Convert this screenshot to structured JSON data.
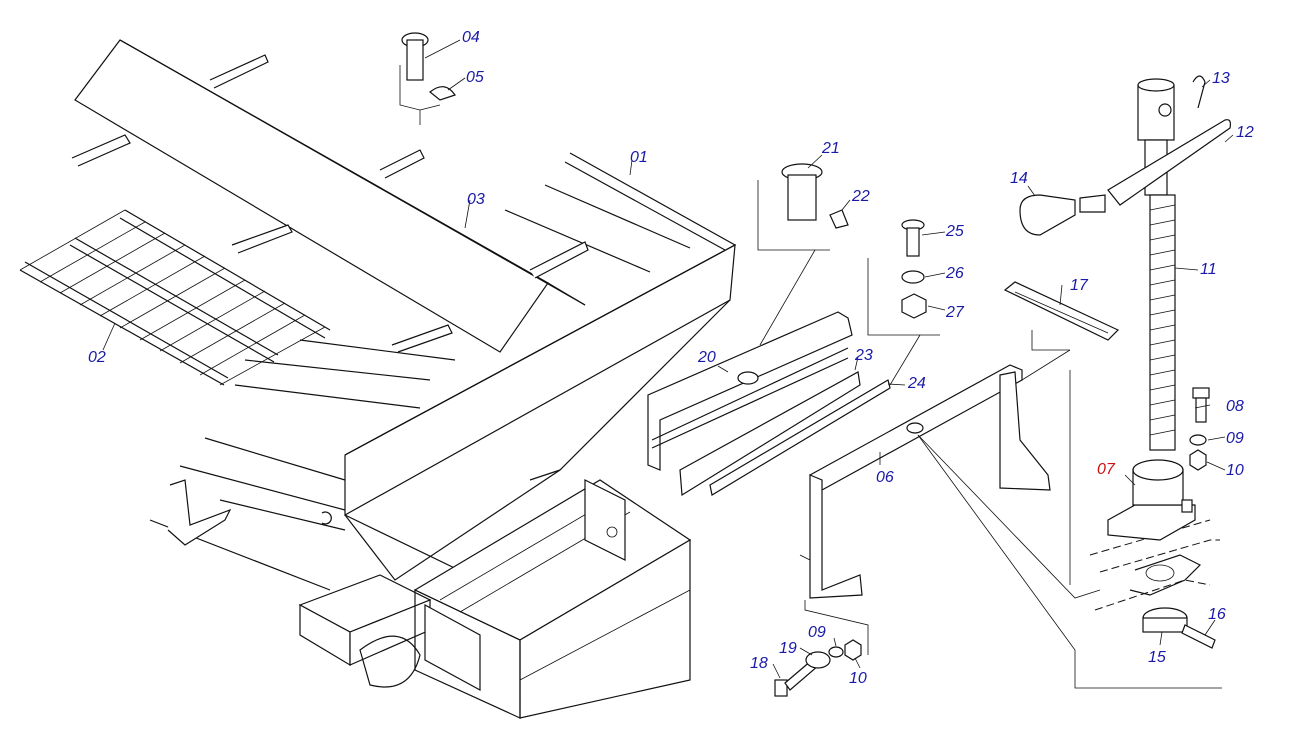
{
  "colors": {
    "label": "#1a1aa8",
    "highlight": "#cc1111",
    "line": "#111111"
  },
  "labels": {
    "p01": "01",
    "p02": "02",
    "p03": "03",
    "p04": "04",
    "p05": "05",
    "p06": "06",
    "p07": "07",
    "p08": "08",
    "p09a": "09",
    "p09b": "09",
    "p10a": "10",
    "p10b": "10",
    "p11": "11",
    "p12": "12",
    "p13": "13",
    "p14": "14",
    "p15": "15",
    "p16": "16",
    "p17": "17",
    "p18": "18",
    "p19": "19",
    "p20": "20",
    "p21": "21",
    "p22": "22",
    "p23": "23",
    "p24": "24",
    "p25": "25",
    "p26": "26",
    "p27": "27"
  },
  "highlighted_part": "07"
}
